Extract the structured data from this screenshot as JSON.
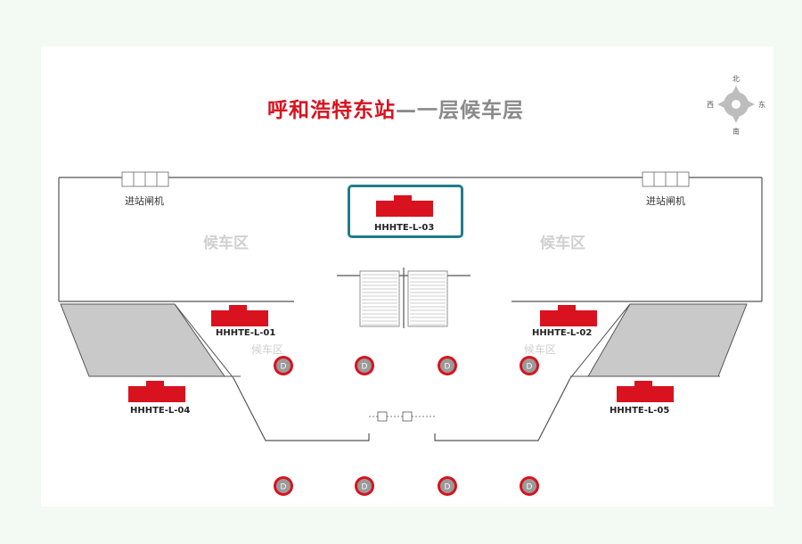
{
  "title": {
    "station": "呼和浩特东站",
    "separator": "—",
    "floor": "一层候车层"
  },
  "compass": {
    "north": "北",
    "south": "南",
    "east": "东",
    "west": "西"
  },
  "gates": {
    "left_label": "进站闸机",
    "right_label": "进站闸机"
  },
  "zones": {
    "left": "候车区",
    "right": "候车区",
    "small_left": "候车区",
    "small_right": "候车区"
  },
  "ads": [
    {
      "id": "HHHTE-L-03",
      "highlighted": true
    },
    {
      "id": "HHHTE-L-01"
    },
    {
      "id": "HHHTE-L-02"
    },
    {
      "id": "HHHTE-L-04"
    },
    {
      "id": "HHHTE-L-05"
    }
  ],
  "pillar_label": "D",
  "colors": {
    "ad_red": "#d8121e",
    "highlight": "#1f7d86",
    "title_red": "#d8121e",
    "gray_area": "#c9c9c9"
  }
}
